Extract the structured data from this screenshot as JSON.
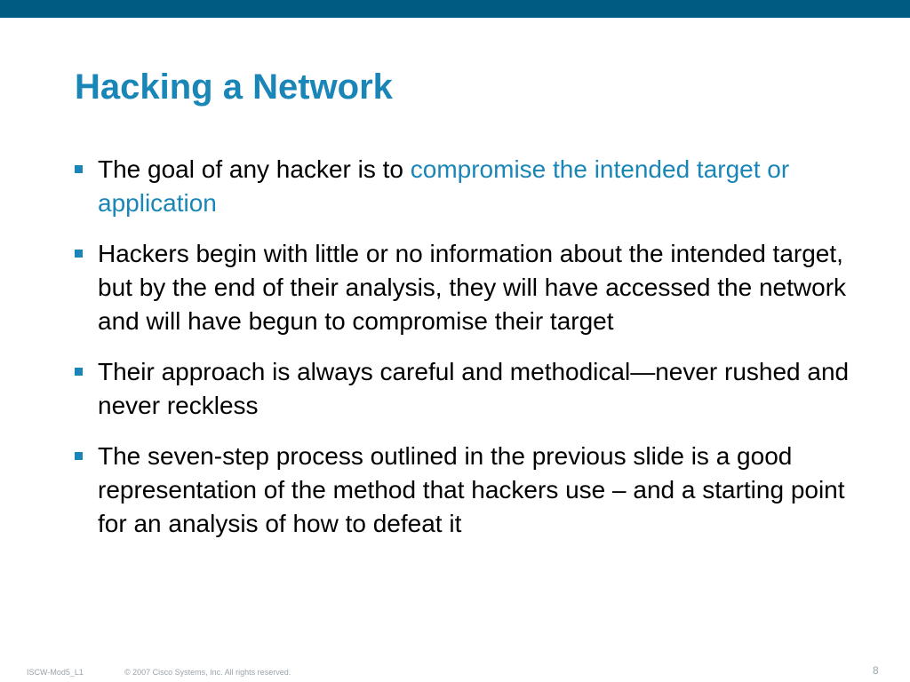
{
  "slide": {
    "title": "Hacking a Network",
    "bullets": [
      {
        "text": "The goal of any hacker is to ",
        "highlight": "compromise the intended target or application"
      },
      {
        "text": "Hackers begin with little or no information about the intended target, but by the end of their analysis, they will have accessed the network and will have begun to compromise their target"
      },
      {
        "text": "Their approach is always careful and methodical—never rushed and never reckless"
      },
      {
        "text": "The seven-step process outlined in the previous slide is a good representation of the method that hackers use – and a starting point for an analysis of how to defeat it"
      }
    ]
  },
  "footer": {
    "course_code": "ISCW-Mod5_L1",
    "copyright": "© 2007 Cisco Systems, Inc. All rights reserved.",
    "page_number": "8"
  },
  "colors": {
    "header_bar": "#005b82",
    "accent": "#1a86b7",
    "body_text": "#000000",
    "footer_text": "#9aa4ab"
  }
}
